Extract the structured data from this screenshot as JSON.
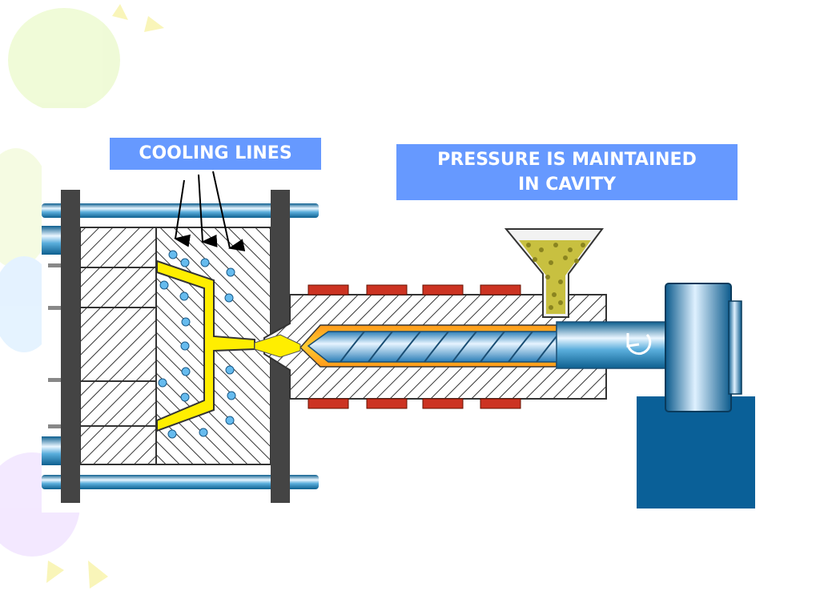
{
  "labels": {
    "cooling_lines": "COOLING LINES",
    "pressure_line1": "PRESSURE IS MAINTAINED",
    "pressure_line2": "IN CAVITY"
  },
  "colors": {
    "label_background": "#6699ff",
    "label_text": "#ffffff",
    "plastic_melt": "#ffee00",
    "heater_bands": "#cc3322",
    "machine_base": "#0a6098",
    "pellets": "#c8c040"
  },
  "icons": {
    "rotation": "clockwise-rotation-icon"
  }
}
